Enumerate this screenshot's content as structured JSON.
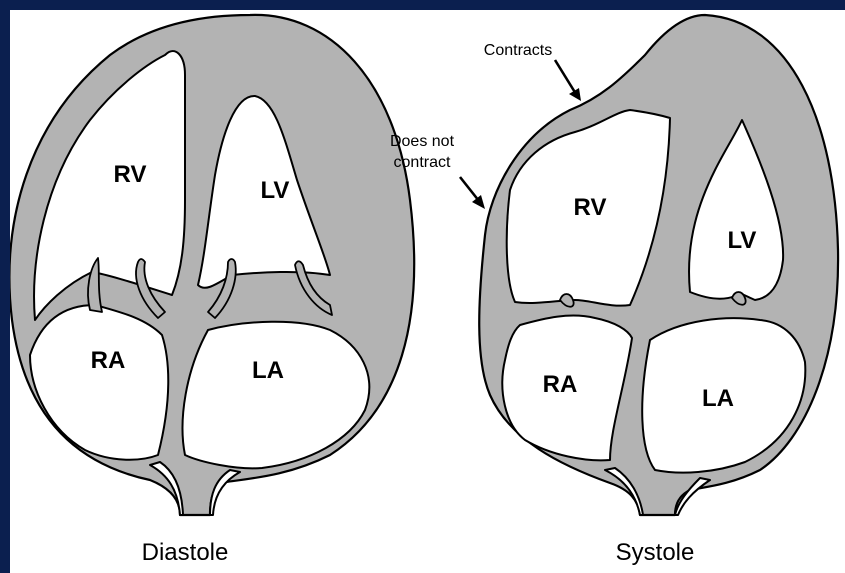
{
  "diastole": {
    "caption": "Diastole",
    "rv": "RV",
    "lv": "LV",
    "ra": "RA",
    "la": "LA"
  },
  "systole": {
    "caption": "Systole",
    "rv": "RV",
    "lv": "LV",
    "ra": "RA",
    "la": "LA",
    "annotation_contracts": "Contracts",
    "annotation_does_not_1": "Does not",
    "annotation_does_not_2": "contract"
  }
}
